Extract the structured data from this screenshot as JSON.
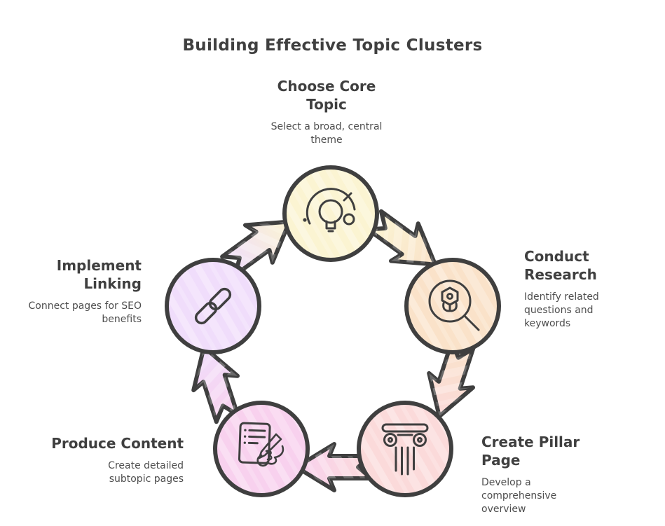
{
  "title": "Building Effective Topic Clusters",
  "colors": {
    "outline": "#3f3f3f",
    "heading_text": "#3f3f3f",
    "body_text": "#4e4e4e",
    "yellow": "#FBF4D2",
    "peach": "#FAE2C9",
    "rose": "#FBDADA",
    "pink": "#F8D1EE",
    "lavender": "#F0DDFB"
  },
  "steps": [
    {
      "id": "choose-core-topic",
      "label": "Choose Core\nTopic",
      "description": "Select a broad, central\ntheme",
      "color": "#FBF4D2",
      "icon": "lightbulb-icon",
      "position": "top"
    },
    {
      "id": "conduct-research",
      "label": "Conduct\nResearch",
      "description": "Identify related\nquestions and\nkeywords",
      "color": "#FAE2C9",
      "icon": "magnifier-icon",
      "position": "right"
    },
    {
      "id": "create-pillar-page",
      "label": "Create Pillar\nPage",
      "description": "Develop a\ncomprehensive\noverview",
      "color": "#FBDADA",
      "icon": "pillar-icon",
      "position": "bottom-right"
    },
    {
      "id": "produce-content",
      "label": "Produce Content",
      "description": "Create detailed\nsubtopic pages",
      "color": "#F8D1EE",
      "icon": "document-pen-icon",
      "position": "bottom-left"
    },
    {
      "id": "implement-linking",
      "label": "Implement\nLinking",
      "description": "Connect pages for SEO\nbenefits",
      "color": "#F0DDFB",
      "icon": "chain-link-icon",
      "position": "left"
    }
  ],
  "flow": [
    "choose-core-topic",
    "conduct-research",
    "create-pillar-page",
    "produce-content",
    "implement-linking"
  ]
}
